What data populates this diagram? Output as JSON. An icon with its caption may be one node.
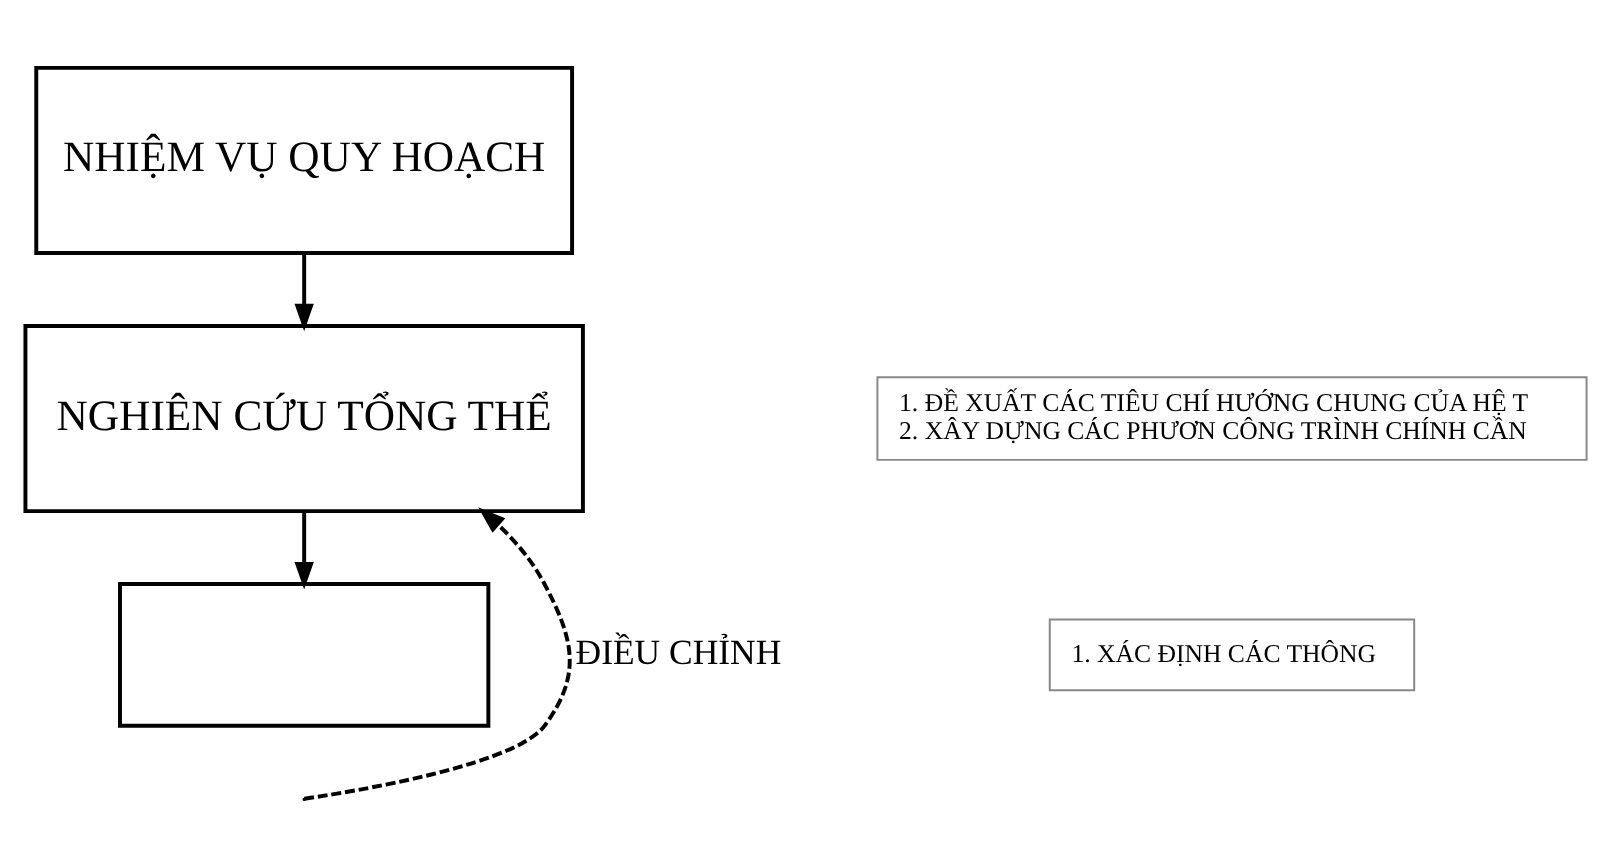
{
  "diagram": {
    "nodes": [
      {
        "text": [
          "NHIỆM VỤ QUY HOẠCH"
        ]
      },
      {
        "text": [
          "NGHIÊN CỨU TỔNG THỂ"
        ]
      },
      {
        "text": [],
        "shape": "box"
      },
      {
        "text": [
          "1. ĐỀ XUẤT CÁC TIÊU CHÍ HƯỚNG CHUNG CỦA HỆ T",
          "2. XÂY DỰNG CÁC PHƯƠN CÔNG TRÌNH CHÍNH CẦN"
        ]
      },
      {
        "text": [
          "1. XÁC ĐỊNH CÁC THÔNG"
        ]
      }
    ],
    "edges": [
      {
        "from": 0,
        "to": 1,
        "arrow": "to"
      },
      {
        "from": 1,
        "to": 2,
        "arrow": "to"
      },
      {
        "from": null,
        "to": 1,
        "arrow": "to",
        "style": "dashed",
        "label": "ĐIỀU CHỈNH"
      }
    ]
  }
}
